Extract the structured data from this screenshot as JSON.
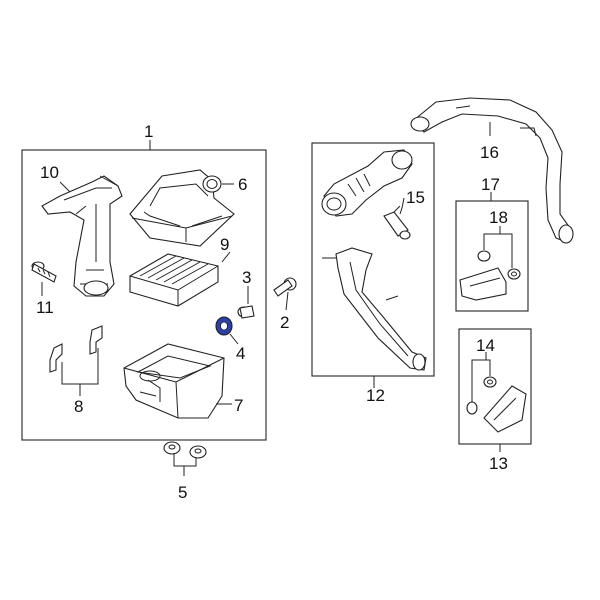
{
  "diagram": {
    "callouts": [
      {
        "id": "c1",
        "label": "1"
      },
      {
        "id": "c2",
        "label": "2"
      },
      {
        "id": "c3",
        "label": "3"
      },
      {
        "id": "c4",
        "label": "4"
      },
      {
        "id": "c5",
        "label": "5"
      },
      {
        "id": "c6",
        "label": "6"
      },
      {
        "id": "c7",
        "label": "7"
      },
      {
        "id": "c8",
        "label": "8"
      },
      {
        "id": "c9",
        "label": "9"
      },
      {
        "id": "c10",
        "label": "10"
      },
      {
        "id": "c11",
        "label": "11"
      },
      {
        "id": "c12",
        "label": "12"
      },
      {
        "id": "c13",
        "label": "13"
      },
      {
        "id": "c14",
        "label": "14"
      },
      {
        "id": "c15",
        "label": "15"
      },
      {
        "id": "c16",
        "label": "16"
      },
      {
        "id": "c17",
        "label": "17"
      },
      {
        "id": "c18",
        "label": "18"
      }
    ],
    "colors": {
      "line": "#222222",
      "highlight": "#2b3fa8",
      "background": "#ffffff"
    }
  }
}
